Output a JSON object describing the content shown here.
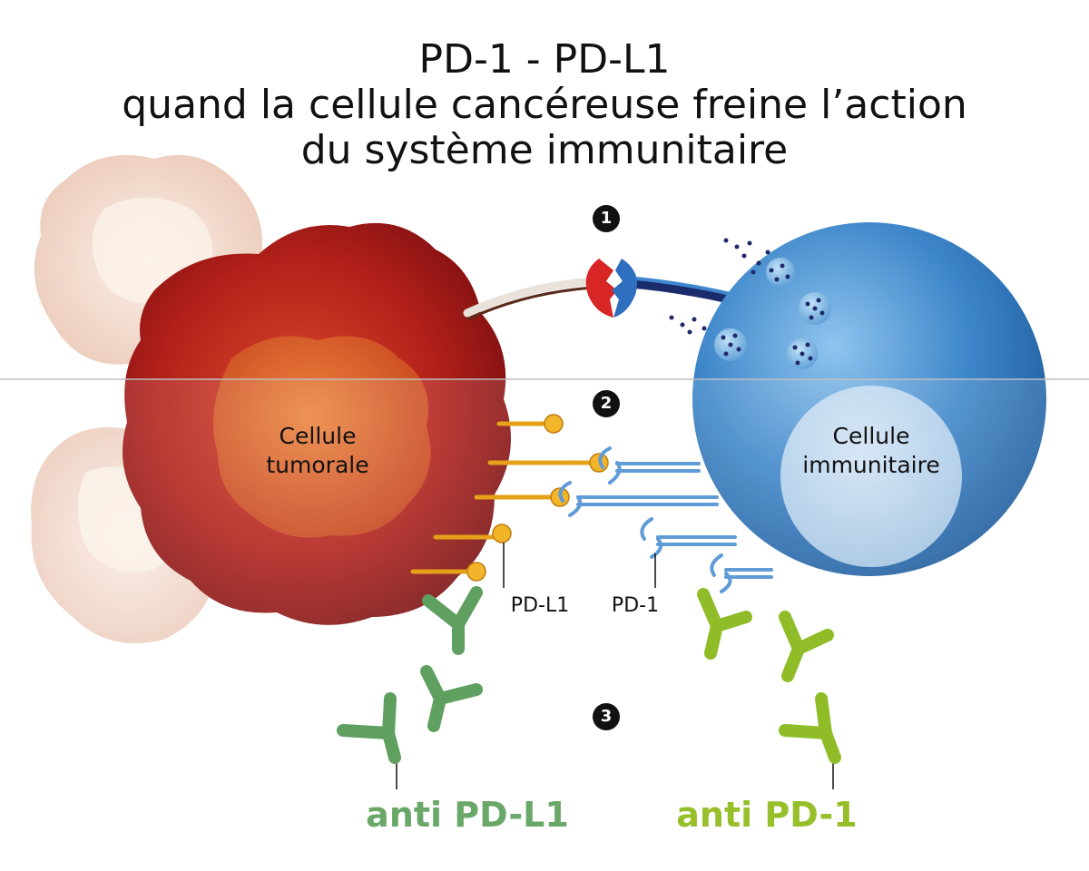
{
  "title": {
    "line1": "PD-1 - PD-L1",
    "line2": "quand la cellule cancéreuse freine l’action",
    "line3": "du système immunitaire"
  },
  "steps": [
    "1",
    "2",
    "3"
  ],
  "labels": {
    "tumor_cell": "Cellule\ntumorale",
    "immune_cell": "Cellule\nimmunitaire",
    "pd_l1": "PD-L1",
    "pd_1": "PD-1",
    "anti_pd_l1": "anti PD-L1",
    "anti_pd_1": "anti PD-1"
  },
  "colors": {
    "tumor": "#b8211c",
    "tumor_nucleus": "#d2501e",
    "immune": "#3d86c9",
    "pd_l1_ligand": "#e8a51c",
    "pd_1_receptor": "#6aa3d8",
    "anti_pd_l1": "#6aa86a",
    "anti_pd_1": "#96bf2a",
    "granule": "#1f2a6b"
  }
}
